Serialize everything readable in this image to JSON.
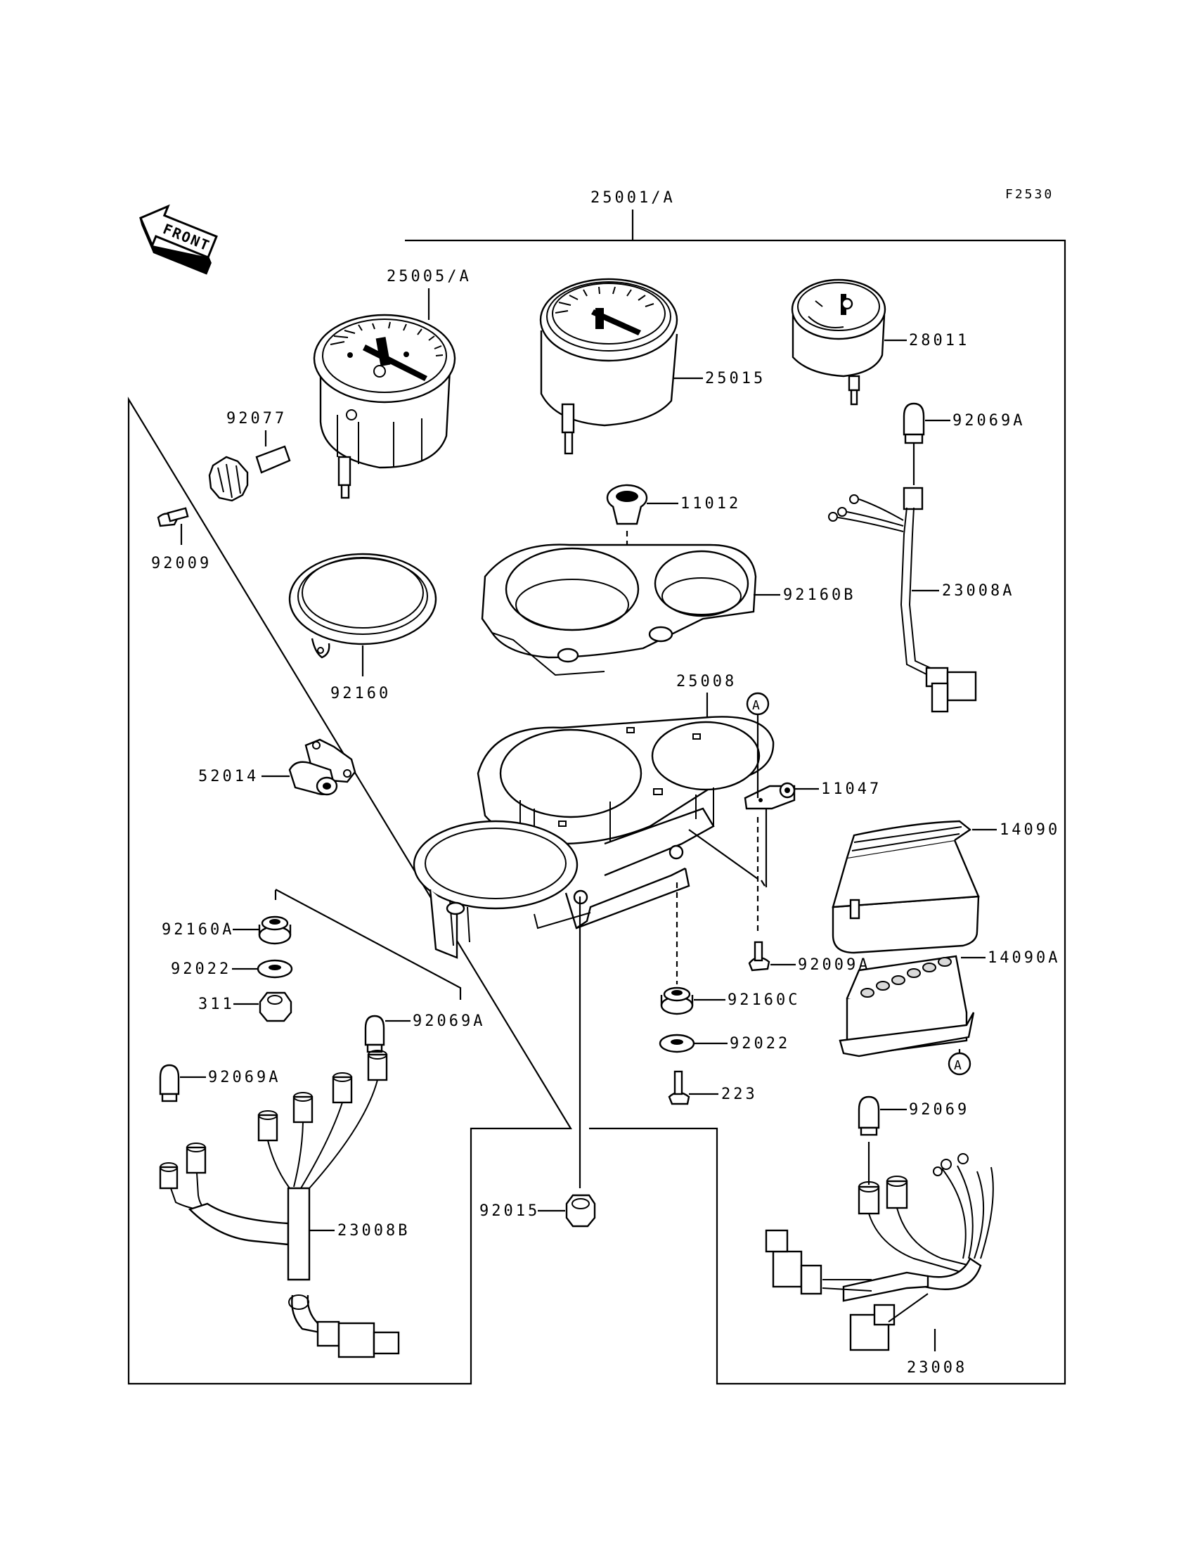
{
  "figure_code": "F2530",
  "front_label": "FRONT",
  "callouts": {
    "c25001": "25001/A",
    "c25005": "25005/A",
    "c25015": "25015",
    "c28011": "28011",
    "c92077": "92077",
    "c92009": "92009",
    "c11012": "11012",
    "c92069A_top": "92069A",
    "c92160B": "92160B",
    "c23008A": "23008A",
    "c92160": "92160",
    "c25008": "25008",
    "c11047": "11047",
    "c52014": "52014",
    "c14090": "14090",
    "c92160A": "92160A",
    "c92022_left": "92022",
    "c311": "311",
    "c92009A": "92009A",
    "c14090A": "14090A",
    "c92160C": "92160C",
    "c92069A_mid": "92069A",
    "c92022_right": "92022",
    "c92069A_left": "92069A",
    "c223": "223",
    "c92069": "92069",
    "c92015": "92015",
    "c23008B": "23008B",
    "c23008": "23008",
    "ref_a_top": "A",
    "ref_a_bottom": "A"
  }
}
